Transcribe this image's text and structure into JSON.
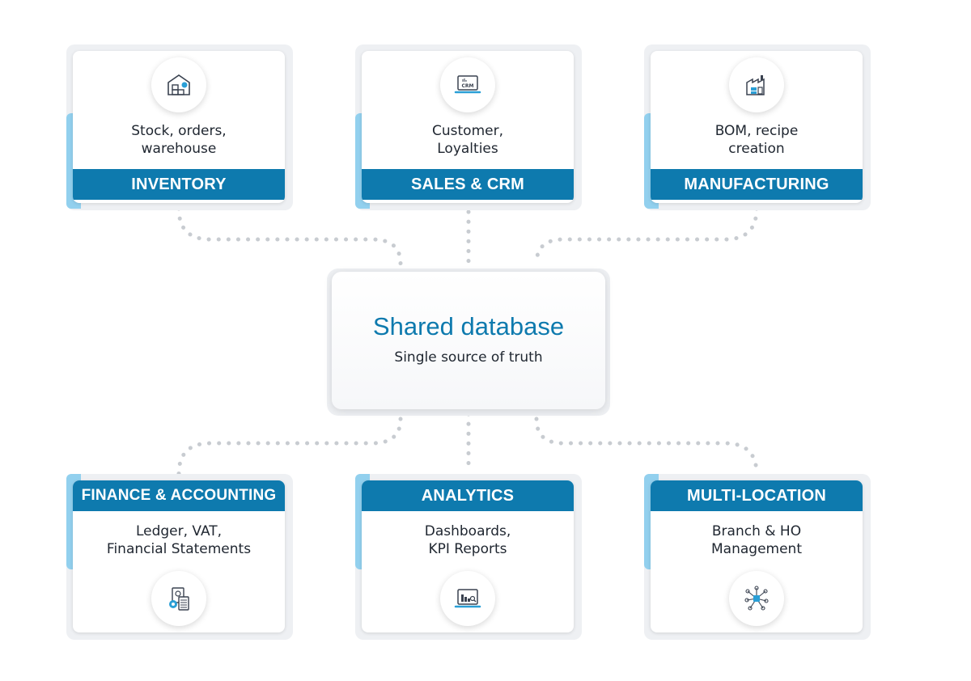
{
  "center": {
    "title": "Shared database",
    "subtitle": "Single source of truth"
  },
  "modules": [
    {
      "title": "INVENTORY",
      "desc": [
        "Stock, orders,",
        "warehouse"
      ],
      "icon": "warehouse-icon"
    },
    {
      "title": "SALES & CRM",
      "desc": [
        "Customer,",
        "Loyalties"
      ],
      "icon": "crm-laptop-icon",
      "icon_text": "CRM"
    },
    {
      "title": "MANUFACTURING",
      "desc": [
        "BOM, recipe",
        "creation"
      ],
      "icon": "factory-icon"
    },
    {
      "title": "FINANCE & ACCOUNTING",
      "desc": [
        "Ledger, VAT,",
        "Financial Statements"
      ],
      "icon": "finance-calculator-icon"
    },
    {
      "title": "ANALYTICS",
      "desc": [
        "Dashboards,",
        "KPI Reports"
      ],
      "icon": "analytics-chart-icon"
    },
    {
      "title": "MULTI-LOCATION",
      "desc": [
        "Branch & HO",
        "Management"
      ],
      "icon": "network-hub-icon"
    }
  ],
  "colors": {
    "primary": "#0e7aae",
    "accent": "#92d0ee",
    "text": "#1f2630",
    "connector": "#c8ccd1"
  }
}
